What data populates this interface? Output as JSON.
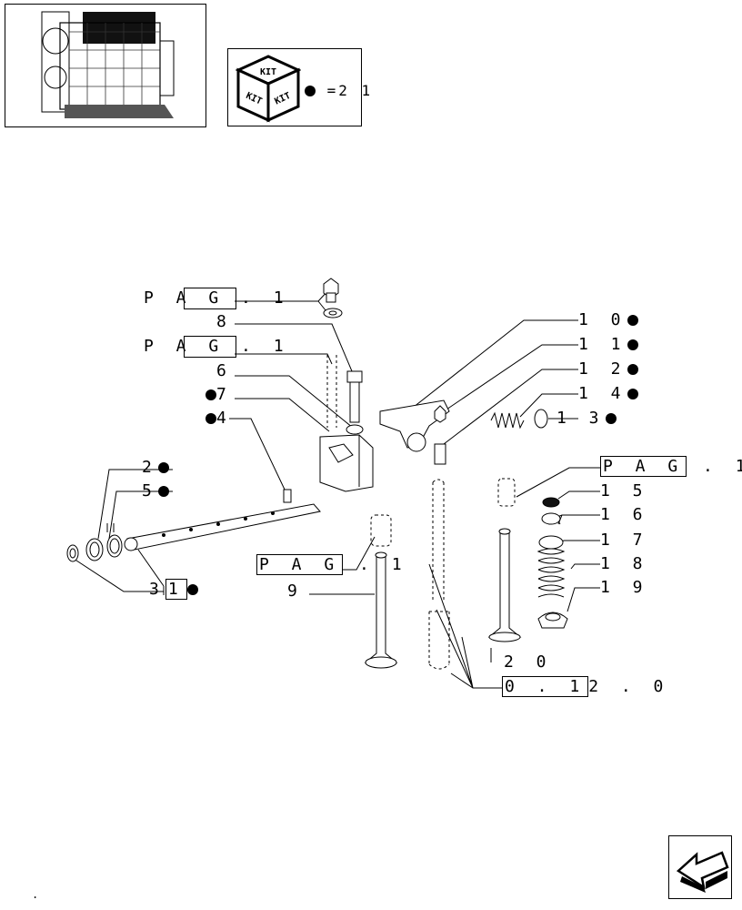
{
  "kit_box": {
    "kit_text": "KIT",
    "legend": "=2 1"
  },
  "callouts": {
    "pag1_a": "P A G . 1",
    "n8": "8",
    "pag1_b": "P A G . 1",
    "n6": "6",
    "n7": "7",
    "n4": "4",
    "n2": "2",
    "n5": "5",
    "n3_a": "3",
    "n3_b": "1",
    "n10": "1 0",
    "n11": "1 1",
    "n12": "1 2",
    "n14": "1 4",
    "n13": "1 3",
    "pag1_c": "P A G",
    "pag1_c_suffix": ". 1",
    "n15": "1 5",
    "n16": "1 6",
    "n17": "1 7",
    "n18": "1 8",
    "n19": "1 9",
    "pag1_d": "P A G",
    "pag1_d_suffix": ". 1",
    "n9": "9",
    "n20": "2 0",
    "ref_a": "0 . 1",
    "ref_b": "2 . 0"
  },
  "footer": {
    "mark": "."
  },
  "icons": {
    "engine_thumbnail": "engine-thumbnail-icon",
    "kit_cube": "kit-cube-icon",
    "next_page": "next-page-arrow-icon"
  }
}
